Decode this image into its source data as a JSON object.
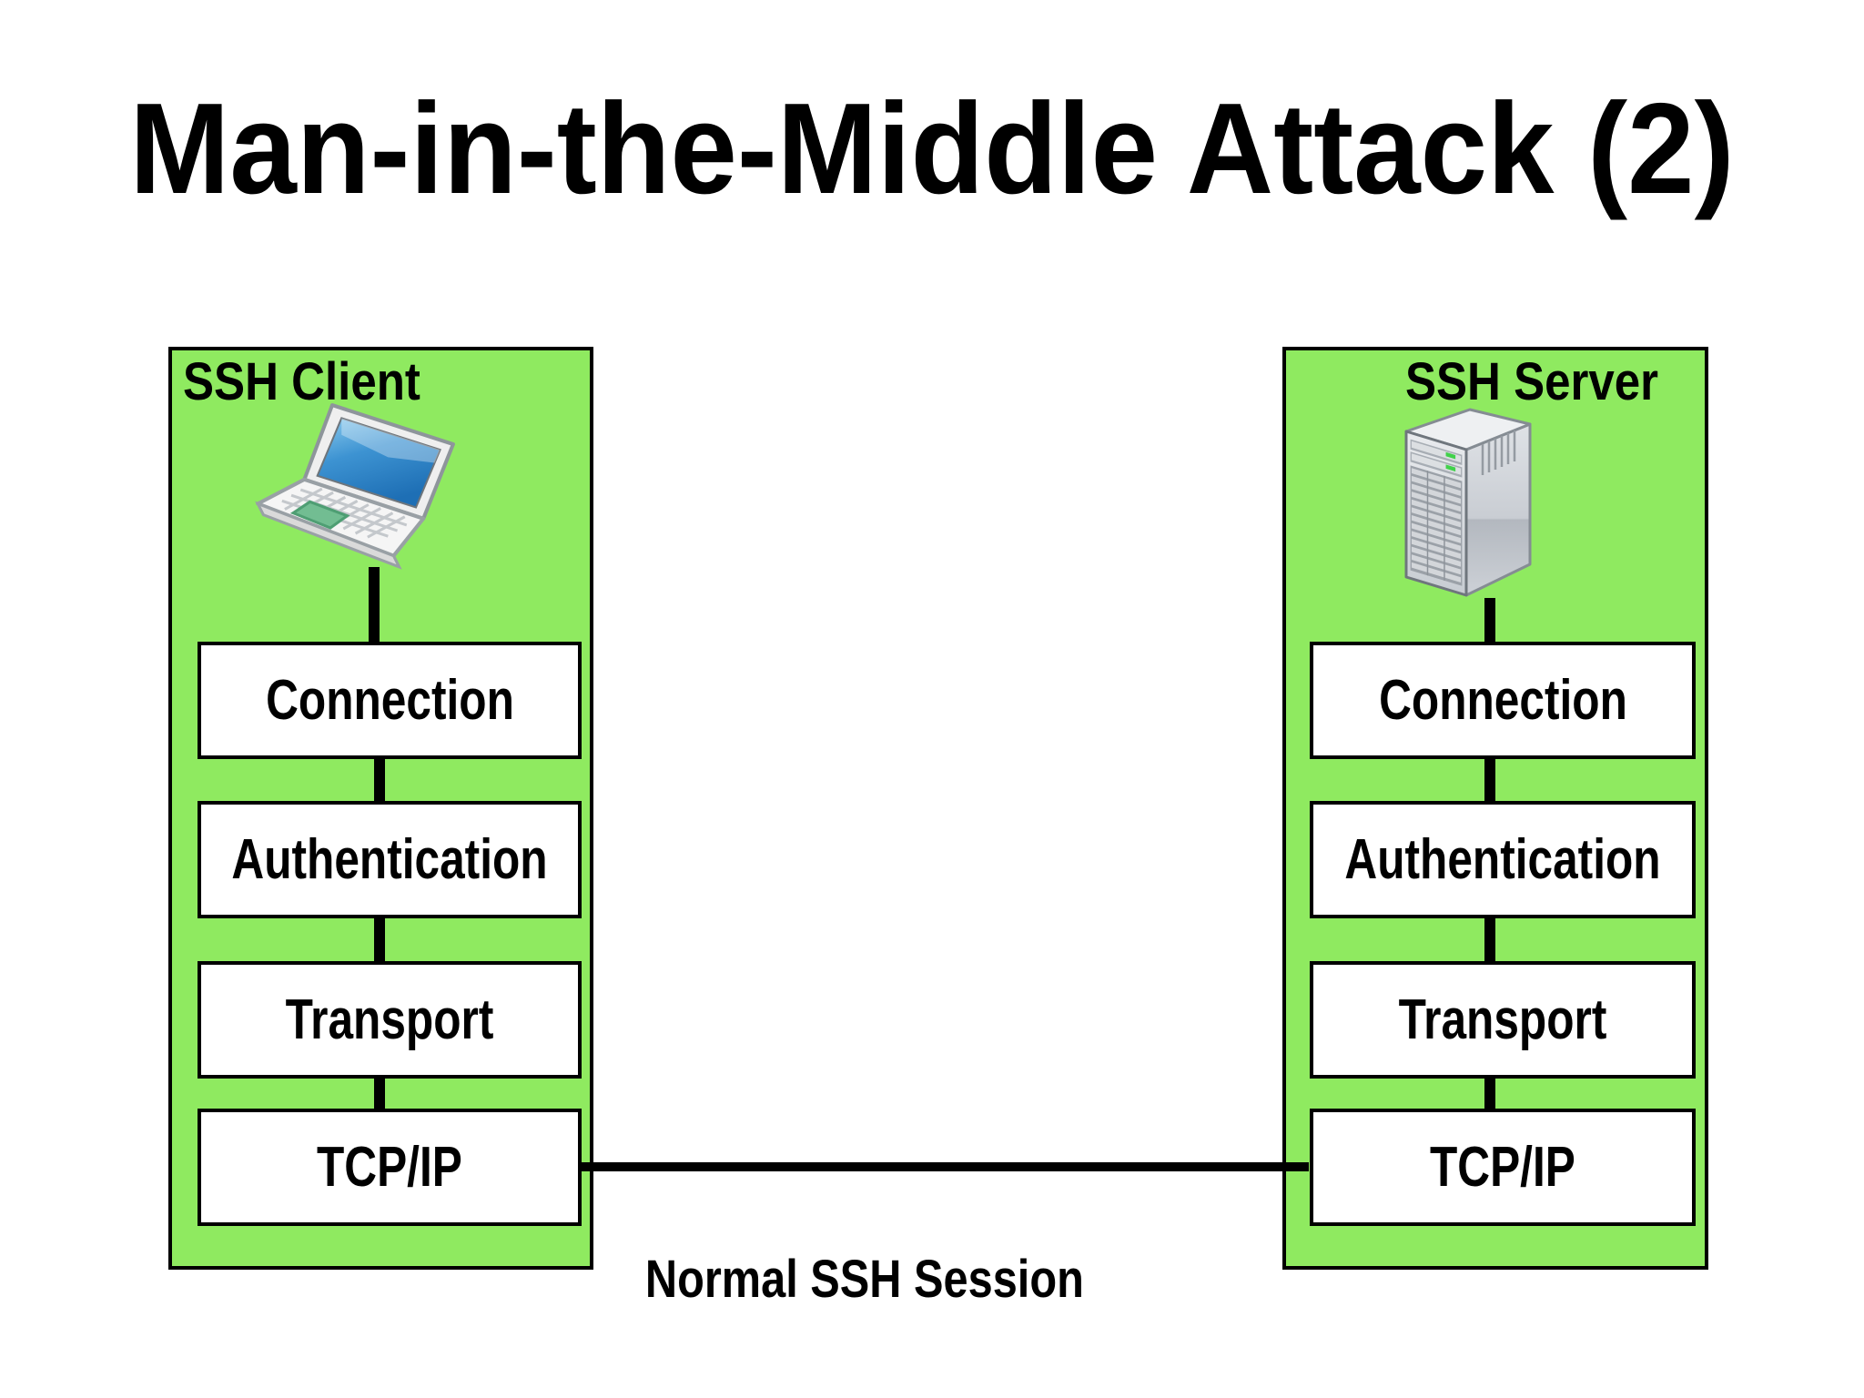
{
  "title": "Man-in-the-Middle Attack (2)",
  "client_panel": {
    "title": "SSH Client",
    "icon": "laptop-icon",
    "layers": [
      "Connection",
      "Authentication",
      "Transport",
      "TCP/IP"
    ]
  },
  "server_panel": {
    "title": "SSH Server",
    "icon": "server-icon",
    "layers": [
      "Connection",
      "Authentication",
      "Transport",
      "TCP/IP"
    ]
  },
  "session": {
    "label": "Normal SSH Session"
  },
  "colors": {
    "panel_background": "#8FEA60",
    "outline": "#000000",
    "layer_box_background": "#FFFFFF",
    "text": "#000000",
    "laptop_screen_blue": "#2F85C8",
    "trackpad_green": "#72BD92",
    "server_led_green": "#41D14B"
  }
}
